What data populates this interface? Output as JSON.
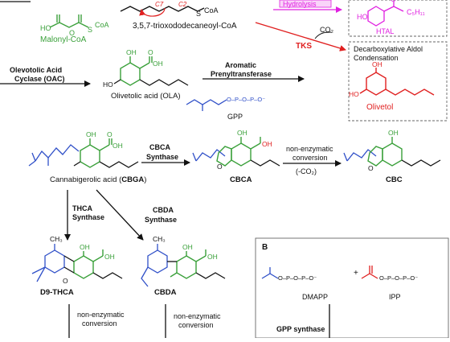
{
  "colors": {
    "green": "#3aa03a",
    "magenta": "#e020e0",
    "red": "#e02020",
    "blue": "#3050c8",
    "black": "#111111",
    "gray": "#666666"
  },
  "top": {
    "malonyl": "Malonyl-CoA",
    "coa_small": "CoA",
    "coa_small2": "CoA",
    "s_atom": "S",
    "s_atom2": "S",
    "ho_label": "HO",
    "o_label": "O",
    "trioxo": "3,5,7-trioxododecaneoyl-CoA",
    "c7": "C7",
    "c2": "C2",
    "hydrolysis": "Hydrolysis",
    "htal": "HTAL",
    "htal_ho": "HO",
    "htal_o": "O",
    "htal_c5h11": "C₅H₁₁",
    "tks": "TKS",
    "co2": "CO₂"
  },
  "row2": {
    "oac_line1": "Olevotolic Acid",
    "oac_line2": "Cyclase (OAC)",
    "pt_line1": "Aromatic",
    "pt_line2": "Prenyltransferase",
    "ola": "Olivetolic acid (OLA)",
    "ola_oh": "OH",
    "ola_ho": "HO",
    "ola_cooh": "OH",
    "ola_o": "O",
    "gpp": "GPP",
    "gpp_chain": "O–P–O–P–O⁻",
    "decarb_line1": "Decarboxylative Aldol",
    "decarb_line2": "Condensation",
    "olivetol": "Olivetol",
    "olivetol_oh": "OH",
    "olivetol_ho": "HO"
  },
  "row3": {
    "cbga": "Cannabigerolic acid (",
    "cbga_bold": "CBGA",
    "cbga_close": ")",
    "cbca_syn_line1": "CBCA",
    "cbca_syn_line2": "Synthase",
    "cbca": "CBCA",
    "nonenz1": "non-enzymatic",
    "conversion1": "conversion",
    "minus_co2": "(-CO₂)",
    "cbc": "CBC",
    "oh": "OH",
    "o": "O"
  },
  "row4": {
    "thca_syn_line1": "THCA",
    "thca_syn_line2": "Synthase",
    "cbda_syn_line1": "CBDA",
    "cbda_syn_line2": "Synthase",
    "ch3": "CH₃",
    "d9thca": "D9-THCA",
    "cbda": "CBDA",
    "nonenz2": "non-enzymatic",
    "conversion2": "conversion",
    "nonenz3": "non-enzymatic",
    "conversion3": "conversion"
  },
  "panel_b": {
    "label": "B",
    "dmapp": "DMAPP",
    "ipp": "IPP",
    "plus": "+",
    "pp_chain": "O–P–O–P–O⁻",
    "gpp_synthase": "GPP synthase"
  }
}
